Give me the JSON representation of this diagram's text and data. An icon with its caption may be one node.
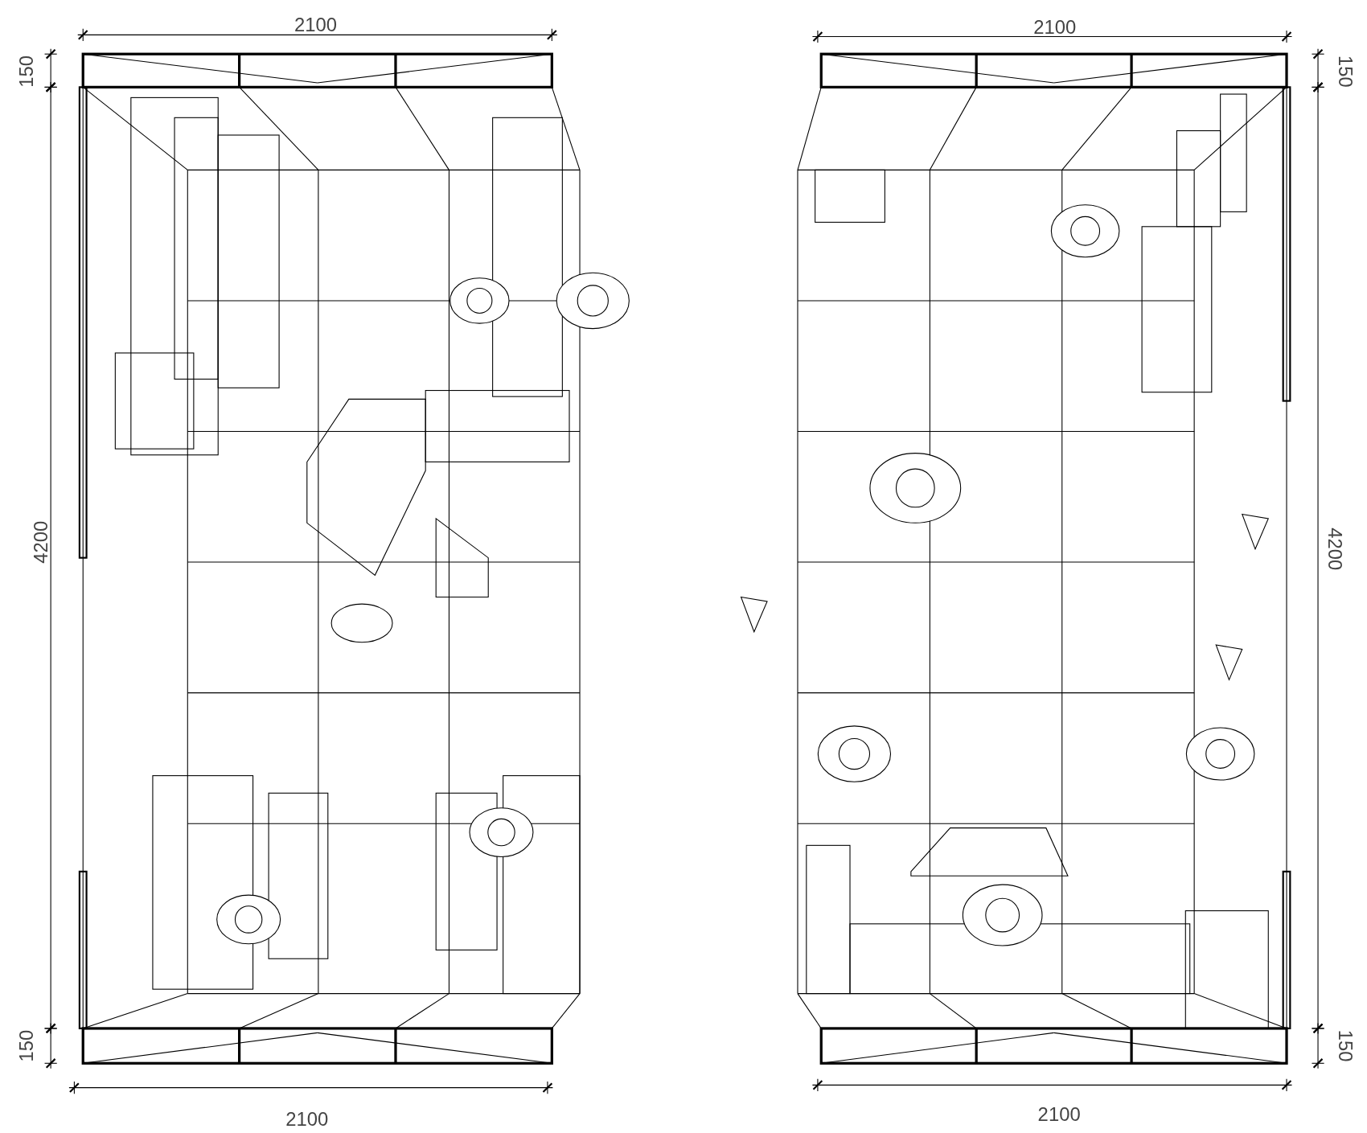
{
  "diagram": {
    "labels": [
      "2100",
      "150",
      "4200",
      "150",
      "2100",
      "2100",
      "150",
      "4200",
      "150",
      "2100"
    ]
  }
}
